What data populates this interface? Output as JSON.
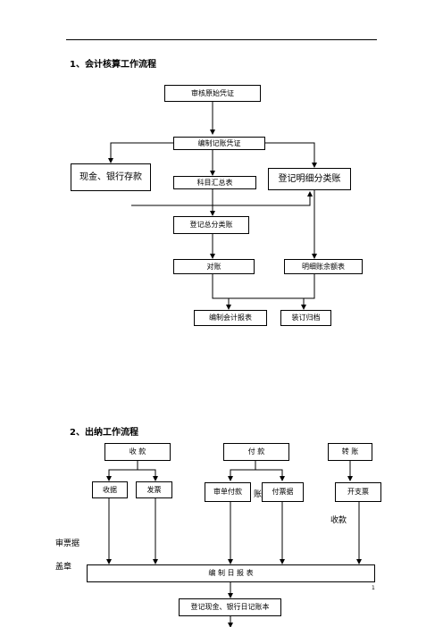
{
  "sections": {
    "accounting_title": "1、会计核算工作流程",
    "cashier_title": "2、出纳工作流程"
  },
  "accounting": {
    "top": "审核原始凭证",
    "voucher": "编制记账凭证",
    "cash_bank": "现金、银行存款",
    "ledger_summary": "科目汇总表",
    "detail": "登记明细分类账",
    "general": "登记总分类账",
    "reconcile": "对账",
    "detail_table": "明细账余额表",
    "report": "编制会计报表",
    "filing": "装订归档"
  },
  "cashier": {
    "receive": "收 款",
    "pay": "付 款",
    "transfer": "转 账",
    "r_sub1": "收据",
    "r_sub2": "发票",
    "p_sub1": "审单付款",
    "p_sub2": "付票据",
    "t_sub1": "开支票",
    "pay_side_label": "账",
    "receive_label": "收款",
    "receipt_label": "审票据",
    "stamp_label": "盖章",
    "report_box": "编 制 日 报 表",
    "bottom_box": "登记现金、银行日记账本",
    "page_number": "1"
  }
}
